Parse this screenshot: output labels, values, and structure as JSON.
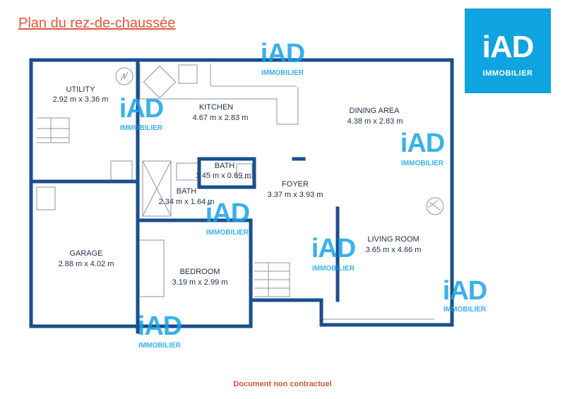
{
  "title": "Plan du rez-de-chaussée",
  "brand": {
    "logo": "iAD",
    "sub": "IMMOBILIER",
    "color": "#0fa3e0"
  },
  "wall_color": "#1b4e8c",
  "rooms": [
    {
      "id": "utility",
      "name": "UTILITY",
      "size": "2.92 m x 3.36 m"
    },
    {
      "id": "kitchen",
      "name": "KITCHEN",
      "size": "4.67 m x 2.83 m"
    },
    {
      "id": "dining",
      "name": "DINING AREA",
      "size": "4.38 m x 2.83 m"
    },
    {
      "id": "bath-small",
      "name": "BATH",
      "size": "1.45 m x 0.69 m"
    },
    {
      "id": "foyer",
      "name": "FOYER",
      "size": "3.37 m x 3.93 m"
    },
    {
      "id": "bath",
      "name": "BATH",
      "size": "2.34 m x 1.64 m"
    },
    {
      "id": "living",
      "name": "LIVING ROOM",
      "size": "3.65 m x 4.66 m"
    },
    {
      "id": "garage",
      "name": "GARAGE",
      "size": "2.88 m x 4.02 m"
    },
    {
      "id": "bedroom",
      "name": "BEDROOM",
      "size": "3.19 m x 2.99 m"
    }
  ],
  "watermark": {
    "logo": "iAD",
    "sub": "IMMOBILIER"
  },
  "footer": "Document non contractuel"
}
